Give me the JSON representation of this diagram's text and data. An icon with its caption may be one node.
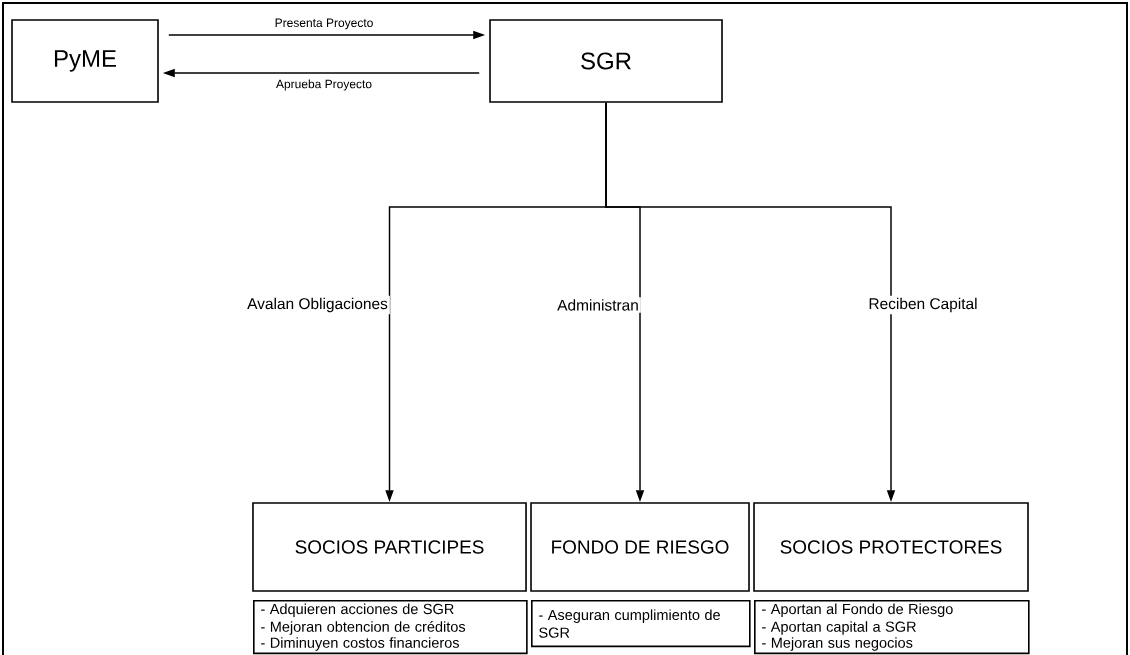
{
  "diagram": {
    "nodes": [
      {
        "text": [
          "PyME"
        ]
      },
      {
        "text": [
          "SGR"
        ]
      },
      {
        "text": [
          "SOCIOS PARTICIPES"
        ]
      },
      {
        "text": [
          "FONDO DE RIESGO"
        ]
      },
      {
        "text": [
          "SOCIOS PROTECTORES"
        ]
      },
      {
        "text": [
          "- Adquieren acciones de SGR",
          "- Mejoran obtencion de créditos",
          "- Diminuyen costos financieros"
        ]
      },
      {
        "text": [
          "- Aseguran cumplimiento de SGR"
        ]
      },
      {
        "text": [
          "- Aportan al Fondo de Riesgo",
          "- Aportan capital a SGR",
          "- Mejoran sus negocios"
        ]
      }
    ],
    "edges": [
      {
        "from": 0,
        "to": 1,
        "arrow": "to",
        "label": "Presenta Proyecto"
      },
      {
        "from": 1,
        "to": 0,
        "arrow": "to",
        "label": "Aprueba Proyecto"
      },
      {
        "from": 1,
        "to": 2,
        "arrow": "to",
        "label": "Avalan Obligaciones"
      },
      {
        "from": 1,
        "to": 3,
        "arrow": "to",
        "label": "Administran"
      },
      {
        "from": 1,
        "to": 4,
        "arrow": "to",
        "label": "Reciben Capital"
      }
    ]
  }
}
